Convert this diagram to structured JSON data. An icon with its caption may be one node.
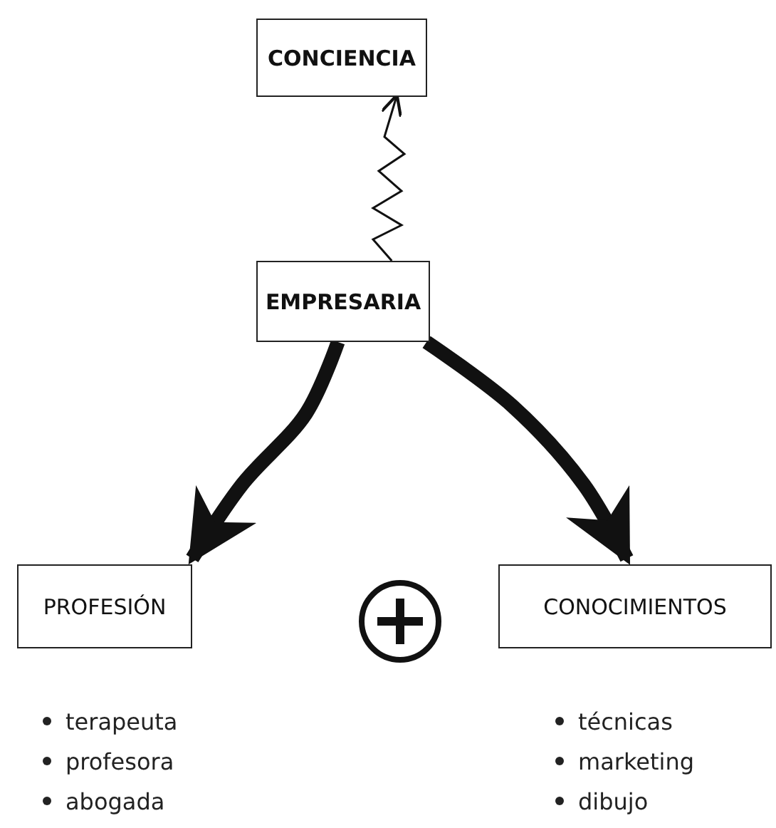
{
  "diagram": {
    "nodes": [
      {
        "text": [
          "CONCIENCIA"
        ]
      },
      {
        "text": [
          "EMPRESARIA"
        ]
      },
      {
        "text": [
          "PROFESIÓN"
        ],
        "beside": [
          "terapeuta",
          "profesora",
          "abogada"
        ]
      },
      {
        "text": [
          "CONOCIMIENTOS"
        ],
        "beside": [
          "técnicas",
          "marketing",
          "dibujo"
        ]
      }
    ],
    "edges": [
      {
        "from": 1,
        "to": 0,
        "arrow": "to"
      },
      {
        "from": 1,
        "to": 2,
        "arrow": "to"
      },
      {
        "from": 1,
        "to": 3,
        "arrow": "to"
      }
    ]
  }
}
